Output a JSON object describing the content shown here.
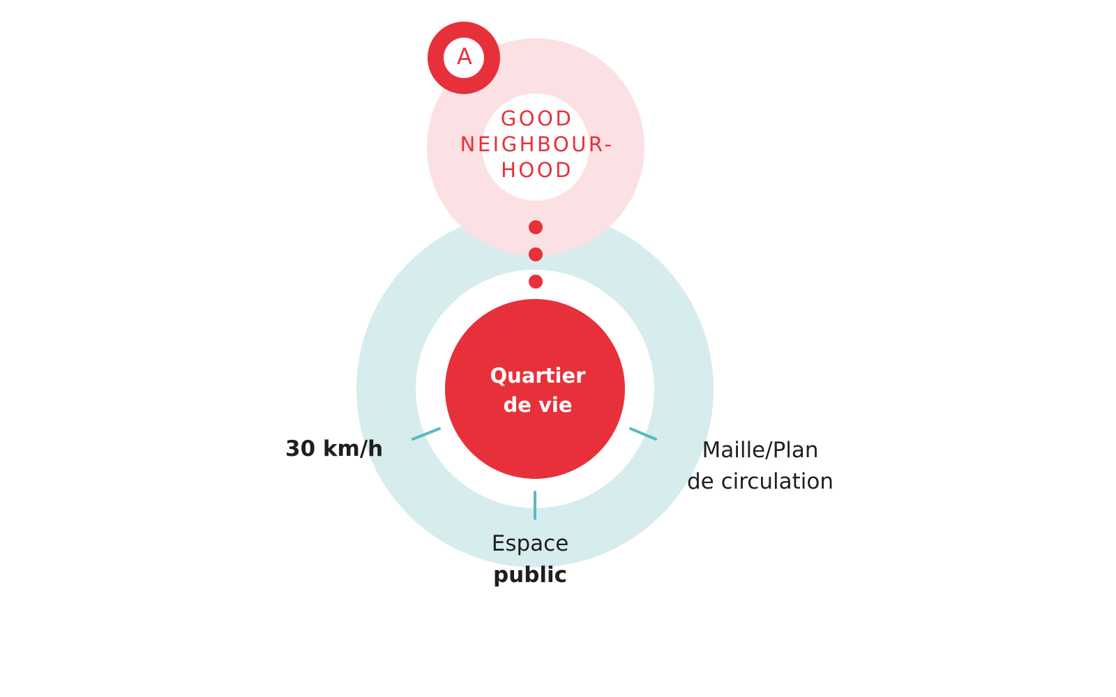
{
  "diagram": {
    "badge": {
      "letter": "A"
    },
    "top_circle": {
      "title_lines": [
        "GOOD",
        "NEIGHBOUR-",
        "HOOD"
      ]
    },
    "center_circle": {
      "lines": [
        "Quartier",
        "de vie"
      ]
    },
    "spokes": {
      "left": {
        "lines": [
          "30 km/h"
        ]
      },
      "right": {
        "lines": [
          "Maille/Plan",
          "de circulation"
        ]
      },
      "bottom": {
        "lines": [
          "Espace",
          "public"
        ]
      }
    },
    "connector_dots": 3
  },
  "colors": {
    "red": "#e8303a",
    "pink": "#fbe1e3",
    "teal_light": "#d7ecec",
    "teal_tick": "#5ab8c3",
    "text_dark": "#1e1e1e",
    "white": "#ffffff"
  }
}
